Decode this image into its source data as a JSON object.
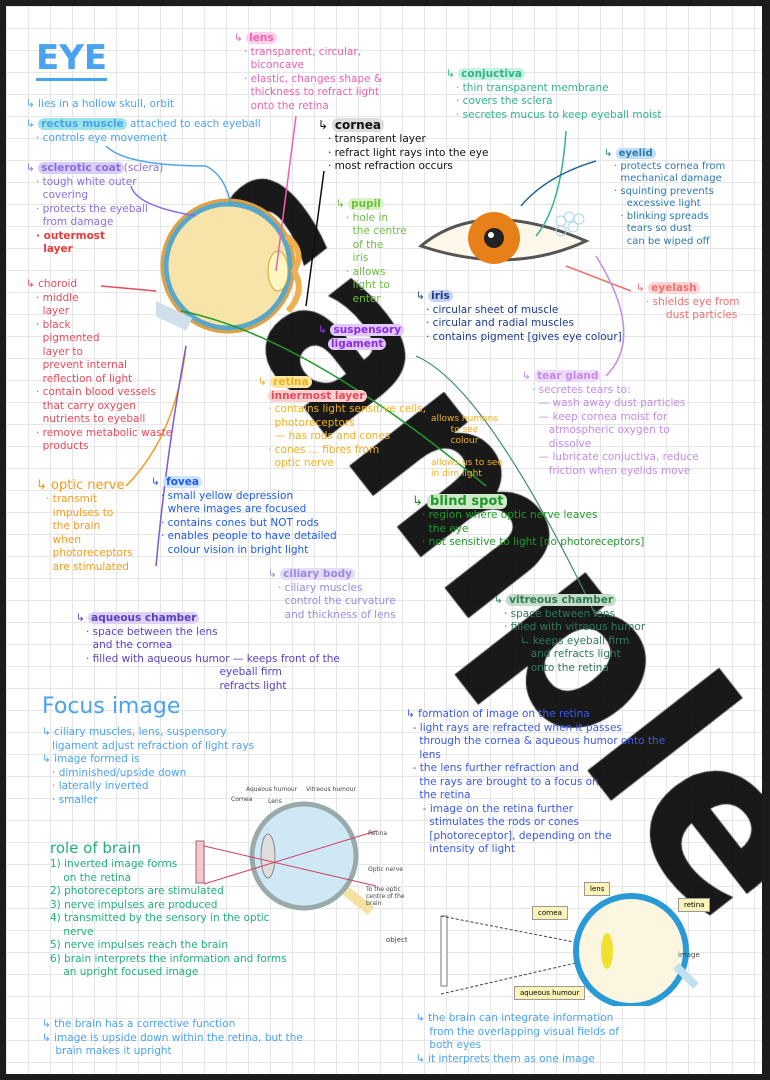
{
  "title": "EYE",
  "intro": [
    "↳ lies in a hollow skull, orbit"
  ],
  "rectus": {
    "head": "rectus muscle",
    "rest": "attached to each eyeball",
    "items": [
      "· controls eye movement"
    ]
  },
  "sclerotic": {
    "head": "sclerotic coat",
    "rest": "(sclera)",
    "items": [
      "· tough white outer",
      "  covering",
      "· protects the eyeball",
      "  from damage"
    ],
    "outer": [
      "· outermost",
      "  layer"
    ]
  },
  "choroid": {
    "head": "choroid",
    "items": [
      "· middle",
      "  layer",
      "· black",
      "  pigmented",
      "  layer to",
      "  prevent internal",
      "  reflection of light",
      "· contain blood vessels",
      "  that carry oxygen",
      "  nutrients to eyeball",
      "· remove metabolic waste",
      "  products"
    ]
  },
  "optic_nerve": {
    "head": "optic nerve",
    "items": [
      "· transmit",
      "  impulses to",
      "  the brain",
      "  when",
      "  photoreceptors",
      "  are stimulated"
    ]
  },
  "fovea": {
    "head": "fovea",
    "items": [
      "· small yellow depression",
      "  where images are focused",
      "· contains cones but NOT rods",
      "· enables people to have detailed",
      "  colour vision in bright light"
    ]
  },
  "retina": {
    "head": "retina",
    "items": [
      "innermost layer",
      "· contains light sensitive cells,",
      "  photoreceptors",
      "  — has rods and cones",
      "· cones ... fibres from",
      "  optic nerve"
    ],
    "notes": [
      "allows humans",
      "to see",
      "colour",
      "allows us to see",
      "in dim light"
    ]
  },
  "ciliary": {
    "head": "ciliary body",
    "items": [
      "· ciliary muscles",
      "  control the curvature",
      "  and thickness of lens"
    ]
  },
  "aqueous": {
    "head": "aqueous chamber",
    "items": [
      "· space between the lens",
      "  and the cornea",
      "· filled with aqueous humor — keeps front of the",
      "                                        eyeball firm",
      "                                        refracts light"
    ]
  },
  "lens": {
    "head": "lens",
    "items": [
      "· transparent, circular,",
      "  biconcave",
      "· elastic, changes shape &",
      "  thickness to refract light",
      "  onto the retina"
    ]
  },
  "cornea": {
    "head": "cornea",
    "items": [
      "· transparent layer",
      "· refract light rays into the eye",
      "· most refraction occurs"
    ]
  },
  "pupil": {
    "head": "pupil",
    "items": [
      "· hole in",
      "  the centre",
      "  of the",
      "  iris",
      "· allows",
      "  light to",
      "  enter"
    ]
  },
  "conjunctiva": {
    "head": "conjuctiva",
    "items": [
      "· thin transparent membrane",
      "· covers the sclera",
      "· secretes mucus to keep eyeball moist"
    ]
  },
  "eyelid": {
    "head": "eyelid",
    "items": [
      "· protects cornea from",
      "  mechanical damage",
      "· squinting prevents",
      "    excessive light",
      "  · blinking spreads",
      "    tears so dust",
      "    can be wiped off"
    ]
  },
  "eyelash": {
    "head": "eyelash",
    "items": [
      "· shields eye from",
      "      dust particles"
    ]
  },
  "iris": {
    "head": "iris",
    "items": [
      "· circular sheet of muscle",
      "· circular and radial muscles",
      "· contains pigment [gives eye colour]"
    ]
  },
  "suspensory": {
    "head": "suspensory",
    "head2": "ligament"
  },
  "tear_gland": {
    "head": "tear gland",
    "items": [
      "· secretes tears to:",
      "  — wash away dust particles",
      "  — keep cornea moist for",
      "     atmospheric oxygen to",
      "     dissolve",
      "  — lubricate conjuctiva, reduce",
      "     friction when eyelids move"
    ]
  },
  "blind_spot": {
    "head": "blind spot",
    "items": [
      "· region where optic nerve leaves",
      "  the eye",
      "· not sensitive to light [no photoreceptors]"
    ]
  },
  "vitreous": {
    "head": "vitreous chamber",
    "items": [
      "· space between lens",
      "· filled with vitreous humor",
      "     ∟ keeps eyeball firm",
      "        and refracts light",
      "        onto the retina"
    ]
  },
  "formation": {
    "head": "↳ formation of image on the retina",
    "items": [
      "  - light rays are refracted when it passes",
      "    through the cornea & aqueous humor onto the",
      "    lens",
      "  - the lens further refraction and",
      "    the rays are brought to a focus on",
      "    the retina",
      "     - image on the retina further",
      "       stimulates the rods or cones",
      "       [photoreceptor], depending on the",
      "       intensity of light"
    ]
  },
  "focus": {
    "title": "Focus image",
    "items": [
      "↳ ciliary muscles, lens, suspensory",
      "   ligament adjust refraction of light rays",
      "↳ image formed is",
      "   · diminished/upside down",
      "   · laterally inverted",
      "   · smaller"
    ]
  },
  "brain": {
    "title": "role of brain",
    "items": [
      "1) inverted image forms",
      "    on the retina",
      "2) photoreceptors are stimulated",
      "3) nerve impulses are produced",
      "4) transmitted by the sensory in the optic",
      "    nerve",
      "5) nerve impulses reach the brain",
      "6) brain interprets the information and forms",
      "    an upright focused image"
    ]
  },
  "bottom_left": [
    "↳ the brain has a corrective function",
    "↳ image is upside down within the retina, but the",
    "    brain makes it upright"
  ],
  "bottom_right": [
    "↳ the brain can integrate information",
    "    from the overlapping visual fields of",
    "    both eyes",
    "↳ it interprets them as one image"
  ],
  "diagram1": {
    "labels": [
      "Cornea",
      "Aqueous humour",
      "Vitreous humour",
      "Lens",
      "Retina",
      "Optic nerve",
      "To the optic centre of the brain"
    ]
  },
  "diagram2": {
    "labels": [
      "lens",
      "cornea",
      "retina",
      "object",
      "image",
      "aqueous humour"
    ]
  },
  "watermark": "sample",
  "colors": {
    "blue": "#4aa3ef",
    "purple": "#8a6ee0",
    "red": "#e84a5a",
    "orange": "#f59a1e",
    "pink": "#f060b0",
    "green": "#6cc040",
    "teal": "#2fb58a",
    "navy": "#1d3a8a",
    "indigo": "#5a3fc0"
  }
}
